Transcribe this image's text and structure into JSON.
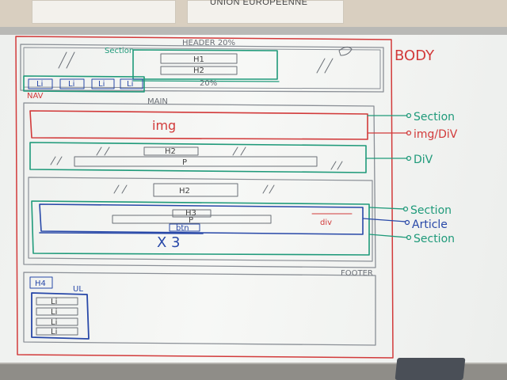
{
  "poster_text": "UNION EUROPÉENNE",
  "colors": {
    "red": "#d23a3a",
    "green": "#1f9a7a",
    "blue": "#2848a8",
    "gray": "#8a8f96"
  },
  "body_label": "BODY",
  "header": {
    "label": "HEADER 20%",
    "section_label": "Section",
    "h1": "H1",
    "h2": "H2",
    "pct": "20%"
  },
  "nav": {
    "label": "NAV",
    "items": [
      "Li",
      "Li",
      "Li",
      "Li"
    ]
  },
  "main": {
    "label": "MAIN",
    "img_label": "img",
    "intro": {
      "h2": "H2",
      "p": "P"
    },
    "section2": {
      "h2": "H2",
      "article": {
        "h3": "H3",
        "p": "P",
        "btn": "btn",
        "div_label": "div",
        "repeat": "X 3"
      }
    }
  },
  "annotations": [
    "Section",
    "img/DiV",
    "DiV",
    "Section",
    "Article",
    "Section"
  ],
  "footer": {
    "label": "FOOTER",
    "h4": "H4",
    "ul_label": "UL",
    "items": [
      "Li",
      "Li",
      "Li",
      "Li"
    ]
  }
}
